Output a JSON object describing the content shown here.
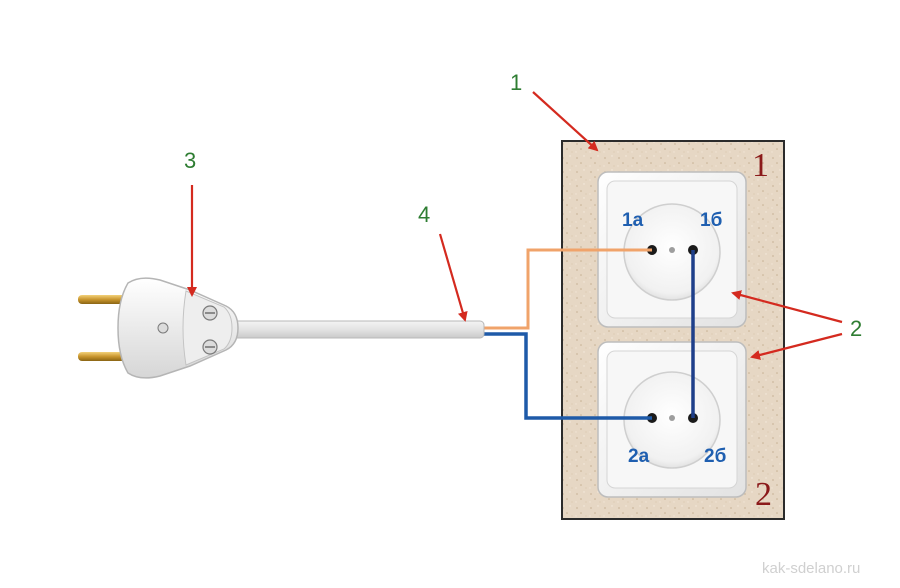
{
  "callouts": {
    "frame": "1",
    "sockets": "2",
    "plug": "3",
    "cable": "4"
  },
  "panel_labels": {
    "top": "1",
    "bottom": "2"
  },
  "contacts": {
    "socket1_left": "1а",
    "socket1_right": "1б",
    "socket2_left": "2а",
    "socket2_right": "2б"
  },
  "watermark": "kak-sdelano.ru",
  "colors": {
    "arrow": "#d42a1f",
    "wire_phase": "#f0a36a",
    "wire_neutral": "#1e5aa8",
    "jumper": "#1e3f8a",
    "panel_bg": "#e6d7c4",
    "callout_text": "#2e7d32",
    "panel_number": "#8b1a1a",
    "contact_label": "#1f5fb0"
  }
}
